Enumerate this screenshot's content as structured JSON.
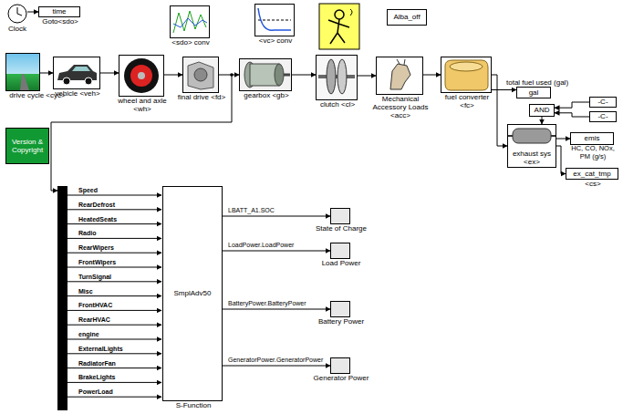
{
  "diagram": {
    "nodes": [
      {
        "text": [
          "Clock"
        ]
      },
      {
        "text": [
          "time",
          "Goto<sdo>"
        ]
      },
      {
        "text": [
          "<sdo> conv"
        ]
      },
      {
        "text": [
          "<vc> conv"
        ]
      },
      {
        "text": [
          "Alba_off"
        ]
      },
      {
        "text": [
          "drive cycle <cyc>"
        ]
      },
      {
        "text": [
          "vehicle <veh>"
        ]
      },
      {
        "text": [
          "wheel and axle <wh>"
        ]
      },
      {
        "text": [
          "final drive <fd>"
        ]
      },
      {
        "text": [
          "gearbox <gb>"
        ]
      },
      {
        "text": [
          "clutch <cl>"
        ]
      },
      {
        "text": [
          "Mechanical Accessory Loads <acc>"
        ]
      },
      {
        "text": [
          "fuel converter <fc>"
        ]
      },
      {
        "text": [
          "gal",
          "total fuel used (gal)"
        ]
      },
      {
        "text": [
          "AND"
        ]
      },
      {
        "text": [
          "-C-"
        ]
      },
      {
        "text": [
          "-C-"
        ]
      },
      {
        "text": [
          "exhaust sys <ex>"
        ]
      },
      {
        "text": [
          "emis",
          "HC, CO, NOx, PM (g/s)"
        ]
      },
      {
        "text": [
          "ex_cat_tmp",
          "<cs>"
        ]
      },
      {
        "text": [
          "Version & Copyright"
        ]
      },
      {
        "text": [
          "SmplAdv50",
          "S-Function"
        ]
      },
      {
        "text": [
          "State of Charge"
        ]
      },
      {
        "text": [
          "Load Power"
        ]
      },
      {
        "text": [
          "Battery Power"
        ]
      },
      {
        "text": [
          "Generator Power"
        ]
      }
    ],
    "edges": [
      {
        "from": 0,
        "to": 1,
        "arrow": "to"
      },
      {
        "from": 5,
        "to": 6,
        "arrow": "to"
      },
      {
        "from": 6,
        "to": 7,
        "arrow": "to"
      },
      {
        "from": 7,
        "to": 8,
        "arrow": "to"
      },
      {
        "from": 8,
        "to": 9,
        "arrow": "to"
      },
      {
        "from": 9,
        "to": 10,
        "arrow": "to"
      },
      {
        "from": 10,
        "to": 11,
        "arrow": "to"
      },
      {
        "from": 11,
        "to": 12,
        "arrow": "to"
      },
      {
        "from": 12,
        "to": 13,
        "arrow": "to"
      },
      {
        "from": 12,
        "to": 17,
        "arrow": "to"
      },
      {
        "from": 15,
        "to": 14,
        "arrow": "to"
      },
      {
        "from": 16,
        "to": 14,
        "arrow": "to"
      },
      {
        "from": 14,
        "to": 17,
        "arrow": "to"
      },
      {
        "from": 17,
        "to": 18,
        "arrow": "to"
      },
      {
        "from": 17,
        "to": 19,
        "arrow": "to"
      },
      {
        "from": 21,
        "to": 22,
        "label": "LBATT_A1.SOC",
        "arrow": "to"
      },
      {
        "from": 21,
        "to": 23,
        "label": "LoadPower.LoadPower",
        "arrow": "to"
      },
      {
        "from": 21,
        "to": 24,
        "label": "BatteryPower.BatteryPower",
        "arrow": "to"
      },
      {
        "from": 21,
        "to": 25,
        "label": "GeneratorPower.GeneratorPower",
        "arrow": "to"
      }
    ],
    "labels": [
      "Speed",
      "RearDefrost",
      "HeatedSeats",
      "Radio",
      "RearWipers",
      "FrontWipers",
      "TurnSignal",
      "Misc",
      "FrontHVAC",
      "RearHVAC",
      "engine",
      "ExternalLights",
      "RadiatorFan",
      "BrakeLights",
      "PowerLoad"
    ]
  }
}
